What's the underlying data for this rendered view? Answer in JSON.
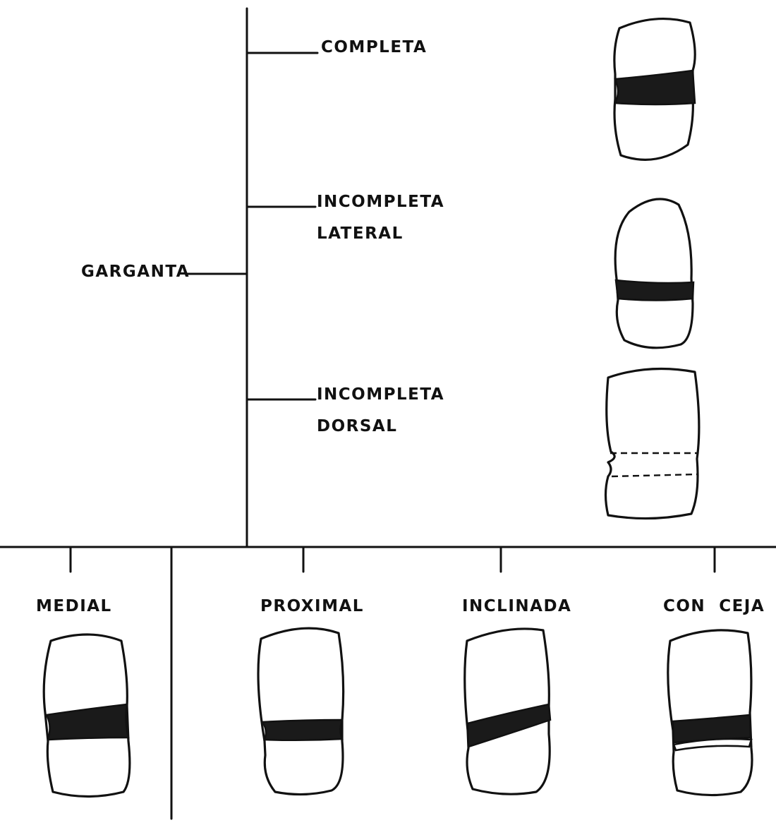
{
  "root": {
    "label": "GARGANTA"
  },
  "branches": [
    {
      "line1": "COMPLETA",
      "line2": ""
    },
    {
      "line1": "INCOMPLETA",
      "line2": "LATERAL"
    },
    {
      "line1": "INCOMPLETA",
      "line2": "DORSAL"
    }
  ],
  "positions": [
    {
      "label": "MEDIAL"
    },
    {
      "label": "PROXIMAL"
    },
    {
      "label": "INCLINADA"
    },
    {
      "label": "CON  CEJA"
    }
  ]
}
